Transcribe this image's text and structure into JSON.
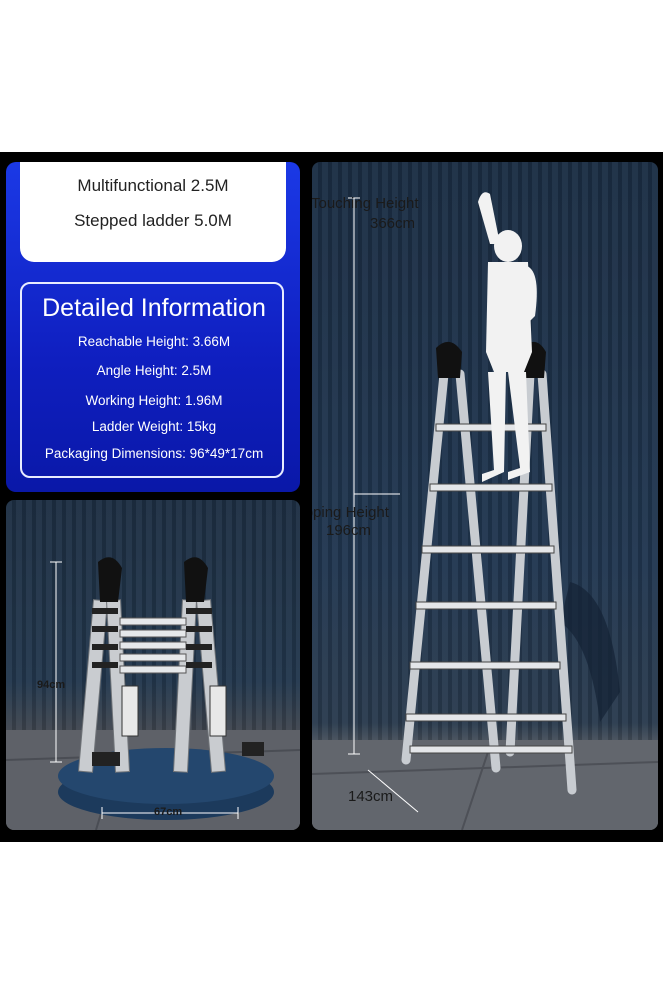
{
  "title_card": {
    "line1": "Multifunctional 2.5M",
    "line2": "Stepped ladder 5.0M"
  },
  "info": {
    "heading": "Detailed Information",
    "specs": [
      "Reachable Height: 3.66M",
      "Angle Height: 2.5M",
      "Working Height: 1.96M",
      "Ladder Weight: 15kg",
      "Packaging Dimensions: 96*49*17cm"
    ]
  },
  "left_photo": {
    "height_label": "94cm",
    "width_label": "67cm"
  },
  "right_photo": {
    "touching_label": "Touching Height",
    "touching_value": "366cm",
    "foot_label": "Foot Stepping Height",
    "foot_value": "196cm",
    "base_label": "143cm"
  },
  "colors": {
    "panel_blue": "#1b39e6",
    "wall": "#213751",
    "platform": "#24476e"
  }
}
